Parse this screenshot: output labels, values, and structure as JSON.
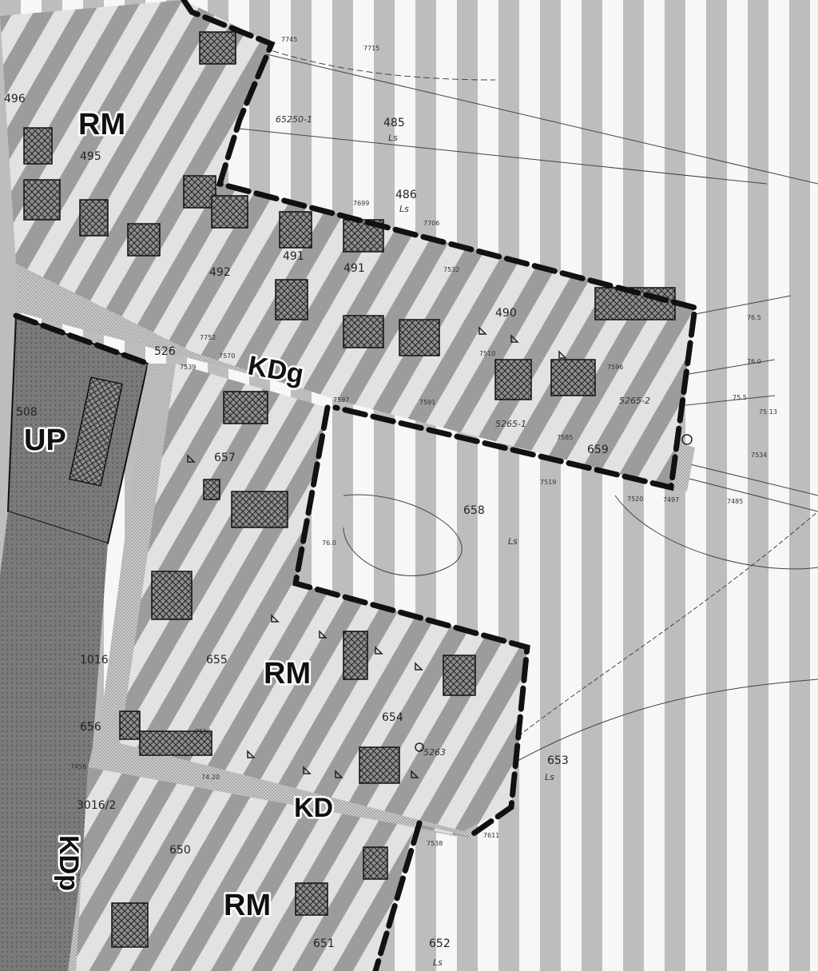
{
  "zones": {
    "rm_top": "RM",
    "rm_mid": "RM",
    "rm_bottom": "RM",
    "up": "UP",
    "kdg": "KDg",
    "kd": "KD",
    "kdp": "KDp"
  },
  "parcels": {
    "p485": "485",
    "p485_use": "Ls",
    "p486": "486",
    "p486_use": "Ls",
    "p658": "658",
    "p658_use": "Ls",
    "p653": "653",
    "p653_use": "Ls",
    "p652": "652",
    "p652_use": "Ls",
    "p655": "655",
    "p656": "656",
    "p657": "657",
    "p490": "490",
    "p491": "491",
    "p492": "492",
    "p495": "495",
    "p496": "496",
    "p526": "526",
    "p659": "659",
    "p654": "654",
    "p650": "650",
    "p651": "651",
    "p508": "508",
    "p1016": "1016",
    "p3016": "3016/2"
  },
  "point_ids": {
    "pt1": "65250-1",
    "pt2": "5265-1",
    "pt3": "5263",
    "pt4": "5265-2"
  },
  "spot_heights": [
    "7745",
    "7715",
    "7699",
    "7706",
    "7752",
    "7596",
    "7591",
    "7597",
    "7585",
    "7519",
    "7520",
    "7497",
    "7485",
    "7510",
    "76.0",
    "75.5",
    "75.13",
    "7534",
    "7532",
    "7516",
    "7538",
    "7611",
    "7456",
    "74.20",
    "7452",
    "7570",
    "7539",
    "76.5",
    "76.0"
  ]
}
